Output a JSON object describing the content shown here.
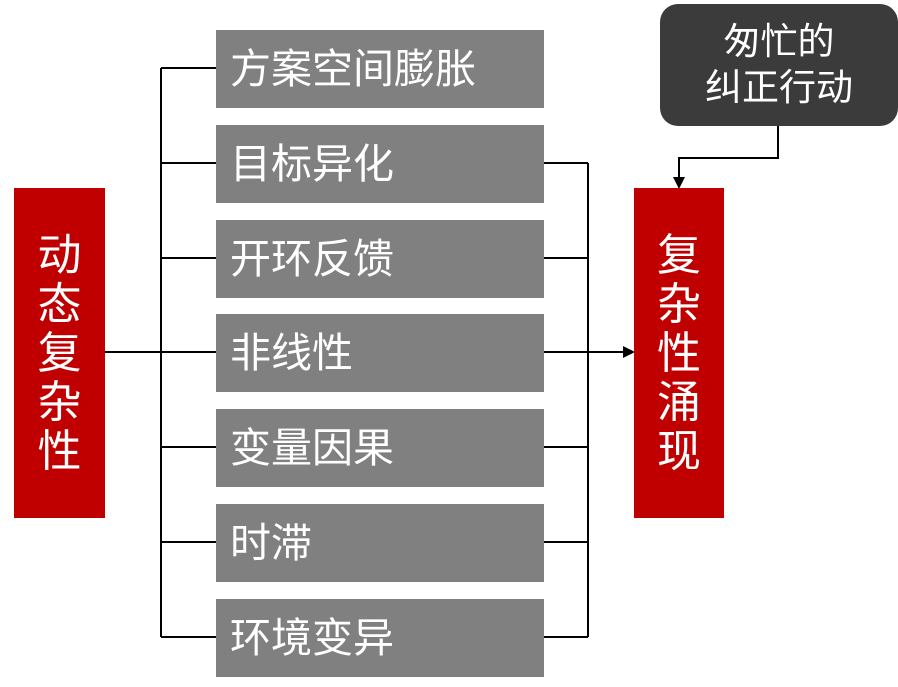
{
  "left_box": {
    "chars": [
      "动",
      "态",
      "复",
      "杂",
      "性"
    ]
  },
  "right_box": {
    "chars": [
      "复",
      "杂",
      "性",
      "涌",
      "现"
    ]
  },
  "note": {
    "line1": "匆忙的",
    "line2": "纠正行动"
  },
  "factors": [
    "方案空间膨胀",
    "目标异化",
    "开环反馈",
    "非线性",
    "变量因果",
    "时滞",
    "环境变异"
  ],
  "colors": {
    "red": "#c00000",
    "gray": "#808080",
    "note": "#3b3b3b",
    "line": "#000000"
  }
}
